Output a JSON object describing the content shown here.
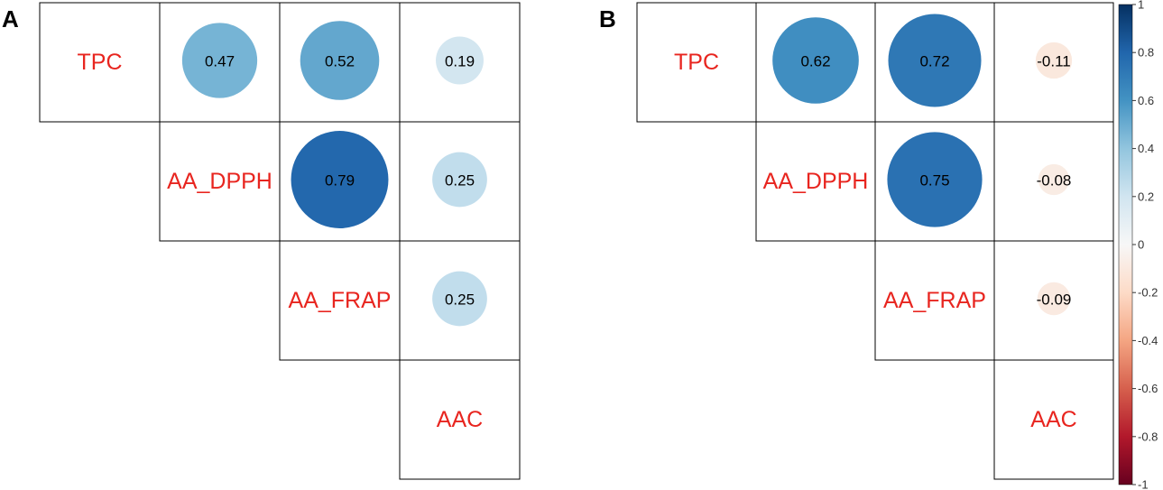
{
  "colors": {
    "label": "#e8251f",
    "grid": "#000000",
    "scale": [
      "#67001f",
      "#b2182b",
      "#d6604d",
      "#f4a582",
      "#fddbc7",
      "#f7f7f7",
      "#d1e5f0",
      "#92c5de",
      "#4393c3",
      "#2166ac",
      "#053061"
    ]
  },
  "chart_data": [
    {
      "type": "heatmap",
      "panel": "A",
      "variables": [
        "TPC",
        "AA_DPPH",
        "AA_FRAP",
        "AAC"
      ],
      "cells": [
        {
          "row": "TPC",
          "col": "AA_DPPH",
          "value": 0.47,
          "label": "0.47"
        },
        {
          "row": "TPC",
          "col": "AA_FRAP",
          "value": 0.52,
          "label": "0.52"
        },
        {
          "row": "TPC",
          "col": "AAC",
          "value": 0.19,
          "label": "0.19"
        },
        {
          "row": "AA_DPPH",
          "col": "AA_FRAP",
          "value": 0.79,
          "label": "0.79"
        },
        {
          "row": "AA_DPPH",
          "col": "AAC",
          "value": 0.25,
          "label": "0.25"
        },
        {
          "row": "AA_FRAP",
          "col": "AAC",
          "value": 0.25,
          "label": "0.25"
        }
      ]
    },
    {
      "type": "heatmap",
      "panel": "B",
      "variables": [
        "TPC",
        "AA_DPPH",
        "AA_FRAP",
        "AAC"
      ],
      "cells": [
        {
          "row": "TPC",
          "col": "AA_DPPH",
          "value": 0.62,
          "label": "0.62"
        },
        {
          "row": "TPC",
          "col": "AA_FRAP",
          "value": 0.72,
          "label": "0.72"
        },
        {
          "row": "TPC",
          "col": "AAC",
          "value": -0.11,
          "label": "-0.11"
        },
        {
          "row": "AA_DPPH",
          "col": "AA_FRAP",
          "value": 0.75,
          "label": "0.75"
        },
        {
          "row": "AA_DPPH",
          "col": "AAC",
          "value": -0.08,
          "label": "-0.08"
        },
        {
          "row": "AA_FRAP",
          "col": "AAC",
          "value": -0.09,
          "label": "-0.09"
        }
      ],
      "colorbar": {
        "range": [
          -1,
          1
        ],
        "ticks": [
          1,
          0.8,
          0.6,
          0.4,
          0.2,
          0,
          -0.2,
          -0.4,
          -0.6,
          -0.8,
          -1
        ],
        "tick_labels": [
          "1",
          "0.8",
          "0.6",
          "0.4",
          "0.2",
          "0",
          "-0.2",
          "-0.4",
          "-0.6",
          "-0.8",
          "-1"
        ]
      }
    }
  ]
}
